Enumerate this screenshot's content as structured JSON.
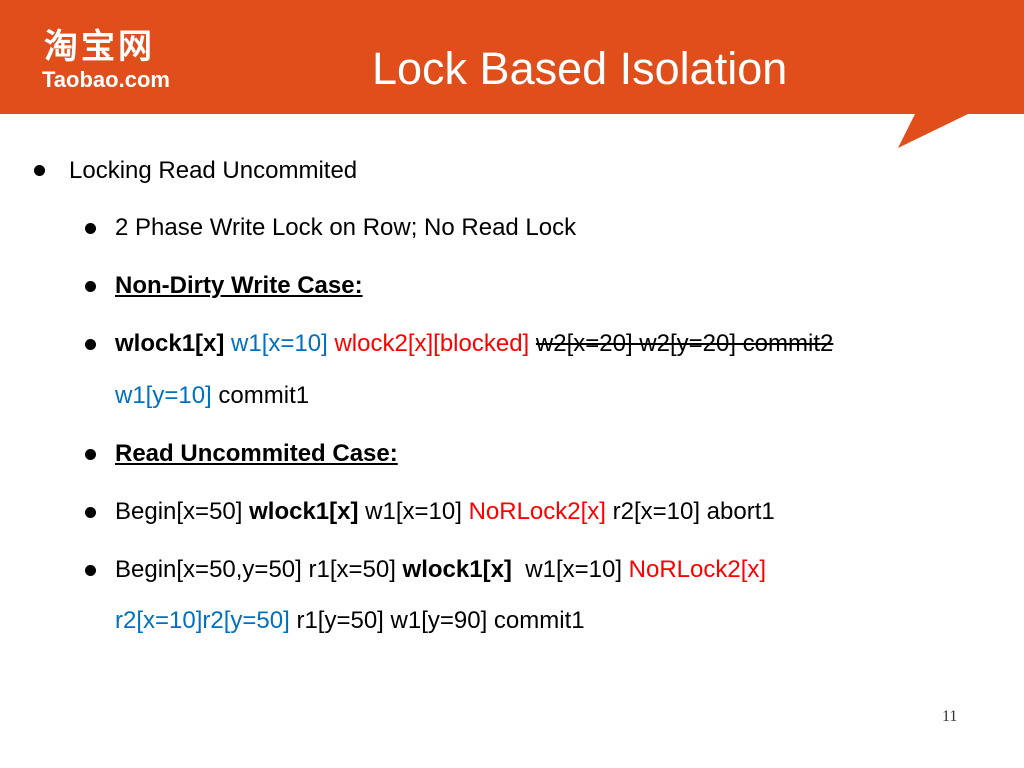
{
  "header": {
    "logo_cn": "淘宝网",
    "logo_en": "Taobao.com",
    "title": "Lock Based Isolation"
  },
  "slide": {
    "l1": "Locking Read Uncommited",
    "l2": "2 Phase Write Lock on Row; No Read Lock",
    "l3": "Non-Dirty Write Case:",
    "l4a": "wlock1[x]",
    "l4b": "w1[x=10]",
    "l4c": "wlock2[x][blocked]",
    "l4d": "w2[x=20] w2[y=20] commit2",
    "l5a": "w1[y=10]",
    "l5b": "commit1",
    "l6": "Read Uncommited Case:",
    "l7a": "Begin[x=50]",
    "l7b": "wlock1[x]",
    "l7c": "w1[x=10]",
    "l7d": "NoRLock2[x]",
    "l7e": "r2[x=10] abort1",
    "l8a": "Begin[x=50,y=50] r1[x=50]",
    "l8b": "wlock1[x]",
    "l8c": "w1[x=10]",
    "l8d": "NoRLock2[x]",
    "l9a": "r2[x=10]r2[y=50]",
    "l9b": "r1[y=50] w1[y=90] commit1"
  },
  "page_number": "11",
  "colors": {
    "banner": "#e04e1c",
    "highlight_red": "#ff0000",
    "highlight_blue": "#0070c0"
  }
}
